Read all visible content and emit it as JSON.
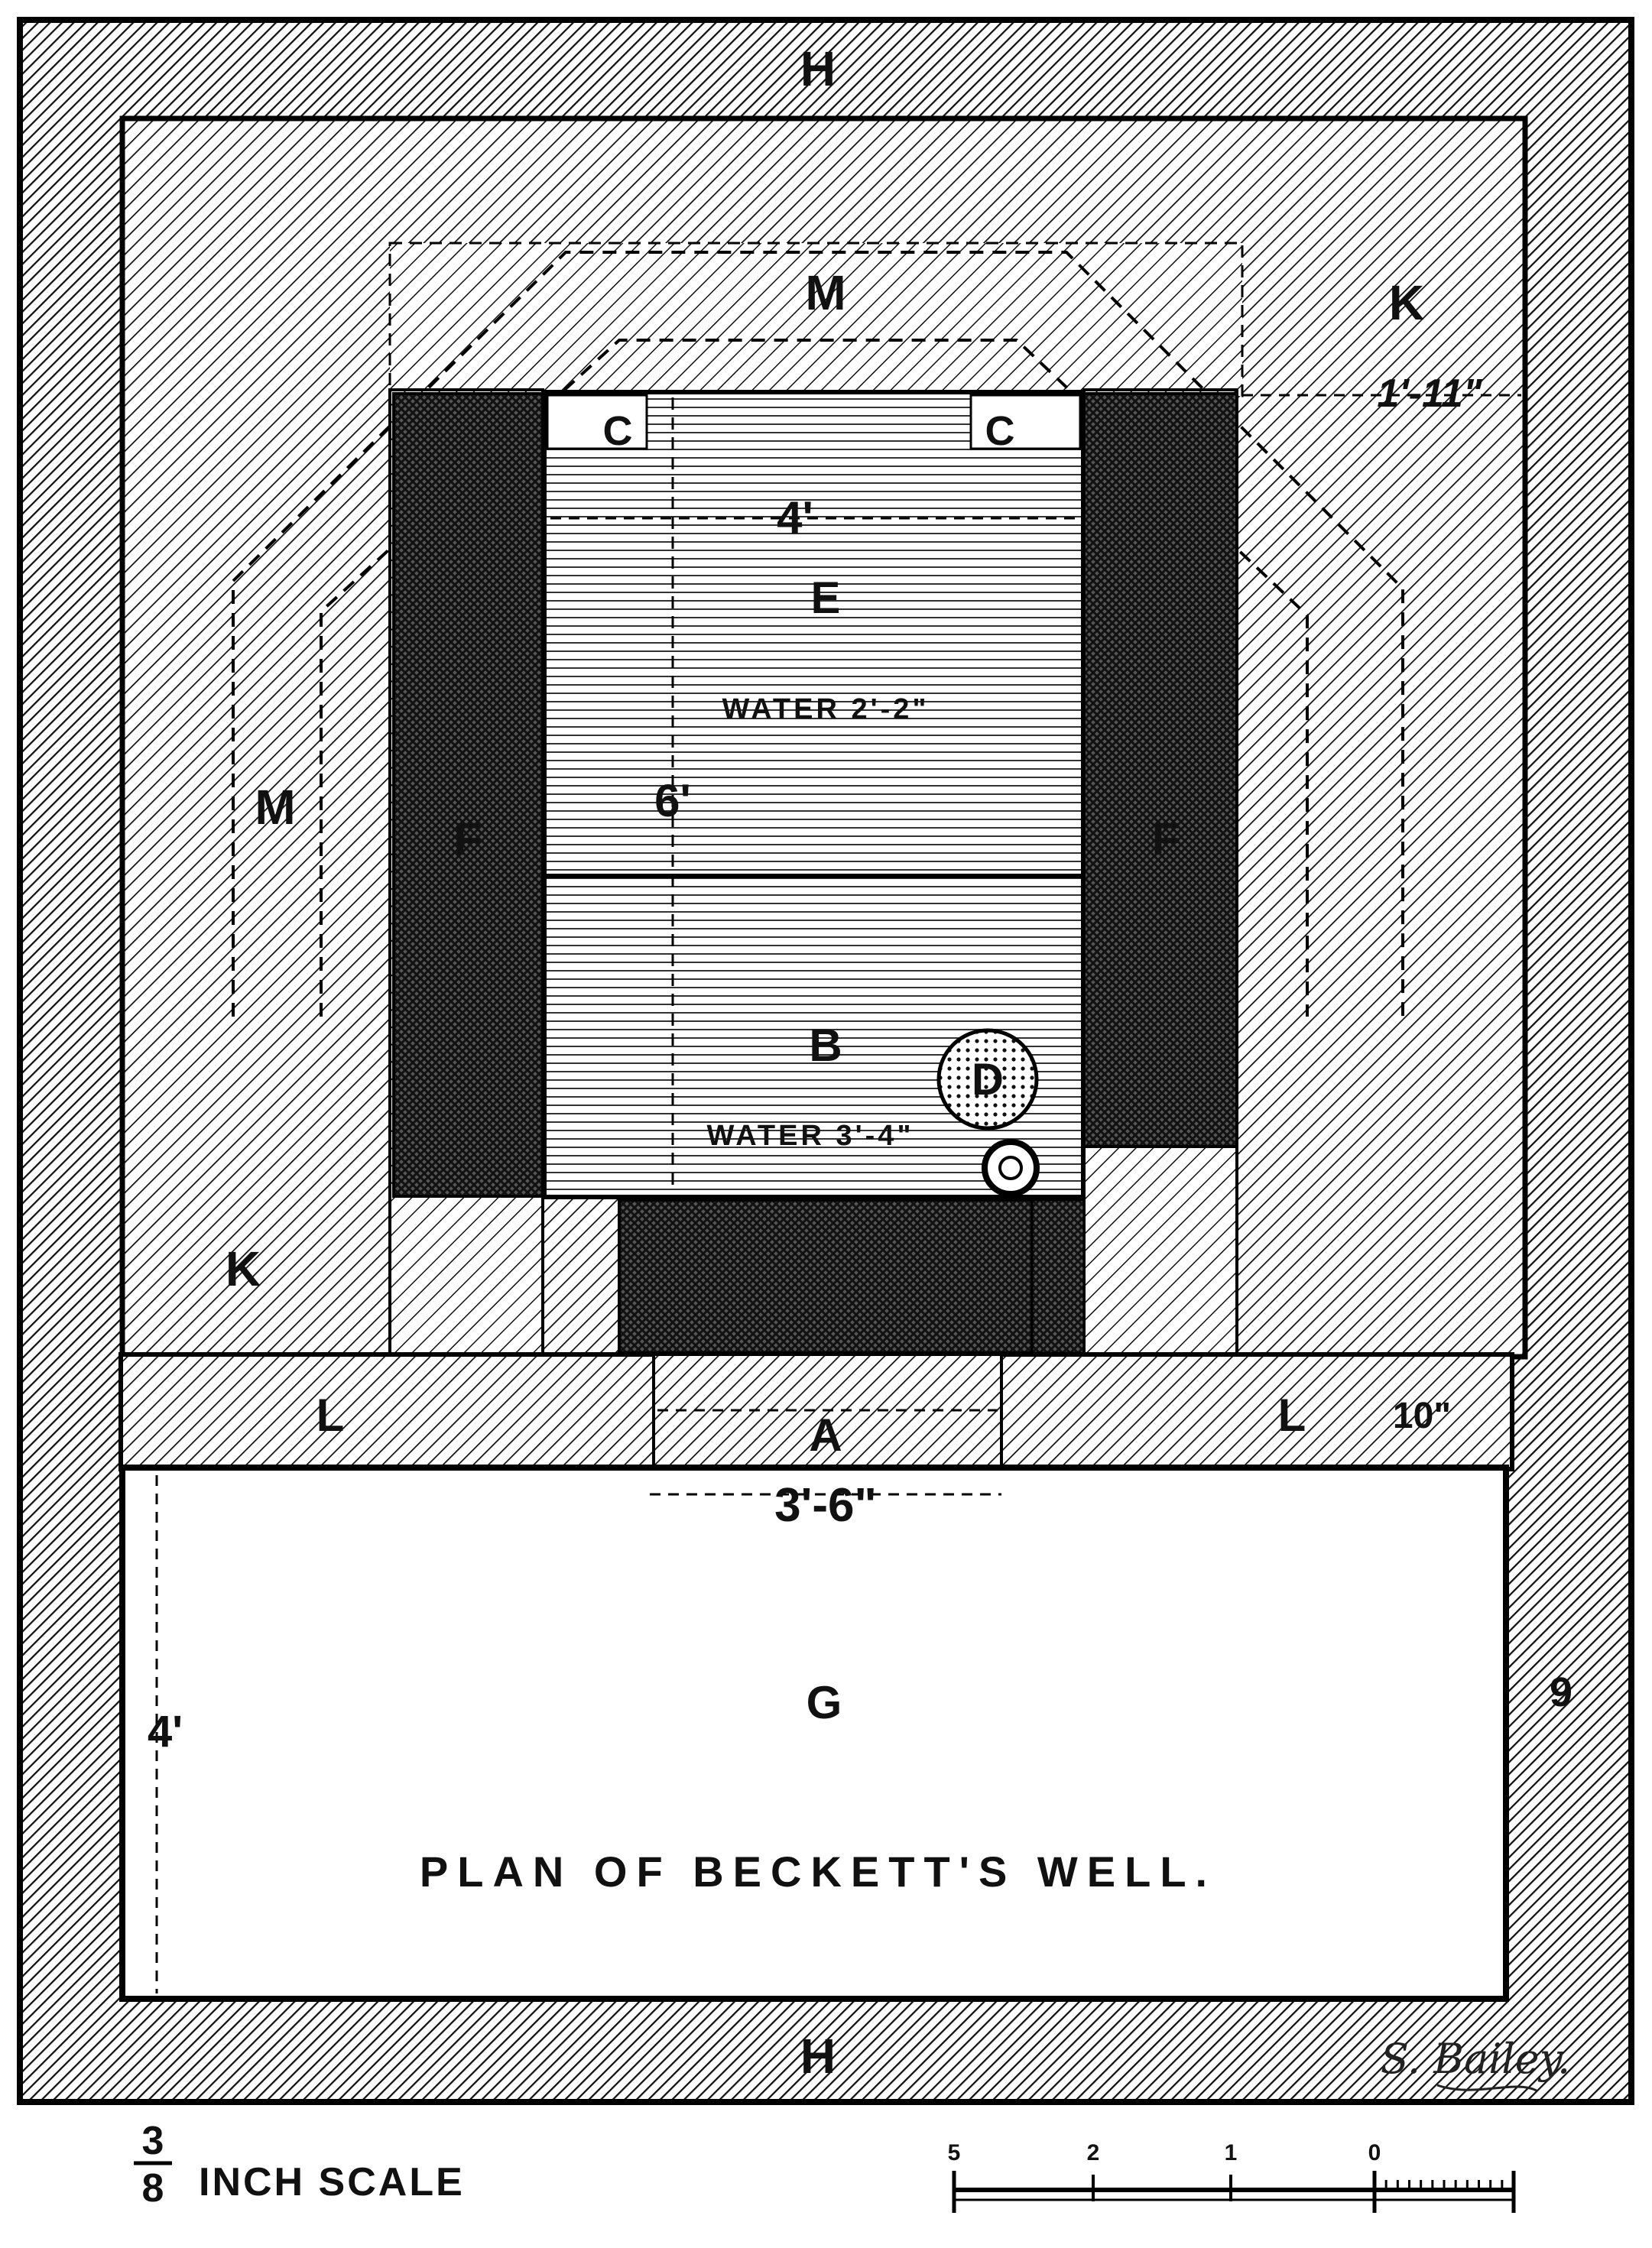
{
  "title": "PLAN OF BECKETT'S WELL.",
  "regions": {
    "H_top": "H",
    "H_bottom": "H",
    "M_top": "M",
    "M_left": "M",
    "K_right": "K",
    "K_left": "K",
    "C_left": "C",
    "C_right": "C",
    "E": "E",
    "F_left": "F",
    "F_right": "F",
    "B": "B",
    "D": "D",
    "L_left": "L",
    "L_right": "L",
    "A": "A",
    "G": "G"
  },
  "water": {
    "upper": "WATER 2'-2\"",
    "lower": "WATER 3'-4\""
  },
  "dimensions": {
    "width_basin": "4'",
    "length_basin": "6'",
    "width_A": "3'-6\"",
    "depth_G": "4'",
    "wall_right": "9",
    "L_thickness": "10\"",
    "K_offset": "1'-11\""
  },
  "scale": {
    "numerator": "3",
    "denominator": "8",
    "text": "INCH SCALE",
    "ticks": [
      "5",
      "2",
      "1",
      "0"
    ]
  },
  "signature": "S. Bailey."
}
